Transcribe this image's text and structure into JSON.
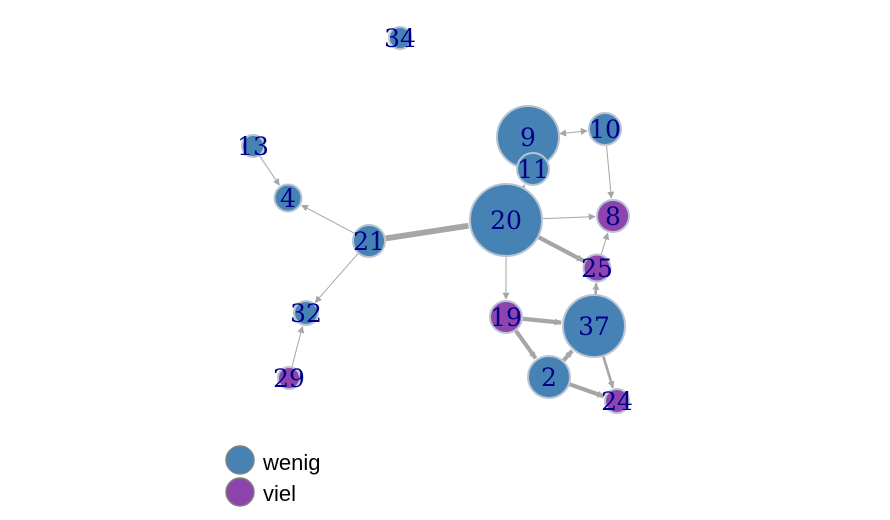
{
  "colors": {
    "wenig": "#4682b4",
    "viel": "#8e44ad",
    "node_border": "#b8c4d4",
    "edge": "#a6a6a6",
    "label": "#00008b",
    "legend_border": "#808080"
  },
  "nodes": [
    {
      "id": "34",
      "group": "wenig",
      "size": 1
    },
    {
      "id": "13",
      "group": "wenig",
      "size": 1
    },
    {
      "id": "9",
      "group": "wenig",
      "size": 5
    },
    {
      "id": "10",
      "group": "wenig",
      "size": 2
    },
    {
      "id": "11",
      "group": "wenig",
      "size": 2
    },
    {
      "id": "4",
      "group": "wenig",
      "size": 1.5
    },
    {
      "id": "20",
      "group": "wenig",
      "size": 6
    },
    {
      "id": "8",
      "group": "viel",
      "size": 2
    },
    {
      "id": "21",
      "group": "wenig",
      "size": 2
    },
    {
      "id": "25",
      "group": "viel",
      "size": 1.5
    },
    {
      "id": "32",
      "group": "wenig",
      "size": 1.2
    },
    {
      "id": "19",
      "group": "viel",
      "size": 2
    },
    {
      "id": "37",
      "group": "wenig",
      "size": 5
    },
    {
      "id": "29",
      "group": "viel",
      "size": 1
    },
    {
      "id": "2",
      "group": "wenig",
      "size": 3
    },
    {
      "id": "24",
      "group": "viel",
      "size": 1.2
    }
  ],
  "edges": [
    {
      "from": "9",
      "to": "10",
      "weight": 1,
      "bidirectional": true
    },
    {
      "from": "10",
      "to": "8",
      "weight": 1
    },
    {
      "from": "11",
      "to": "9",
      "weight": 1
    },
    {
      "from": "20",
      "to": "11",
      "weight": 1
    },
    {
      "from": "13",
      "to": "4",
      "weight": 1
    },
    {
      "from": "21",
      "to": "4",
      "weight": 1
    },
    {
      "from": "21",
      "to": "20",
      "weight": 4
    },
    {
      "from": "20",
      "to": "8",
      "weight": 1
    },
    {
      "from": "20",
      "to": "25",
      "weight": 3
    },
    {
      "from": "20",
      "to": "19",
      "weight": 1
    },
    {
      "from": "21",
      "to": "32",
      "weight": 1
    },
    {
      "from": "29",
      "to": "32",
      "weight": 1
    },
    {
      "from": "25",
      "to": "8",
      "weight": 1
    },
    {
      "from": "37",
      "to": "25",
      "weight": 2
    },
    {
      "from": "19",
      "to": "37",
      "weight": 3
    },
    {
      "from": "19",
      "to": "2",
      "weight": 3
    },
    {
      "from": "2",
      "to": "37",
      "weight": 3
    },
    {
      "from": "2",
      "to": "24",
      "weight": 3
    },
    {
      "from": "37",
      "to": "24",
      "weight": 2
    }
  ],
  "legend": [
    {
      "group": "wenig",
      "label": "wenig"
    },
    {
      "group": "viel",
      "label": "viel"
    }
  ]
}
